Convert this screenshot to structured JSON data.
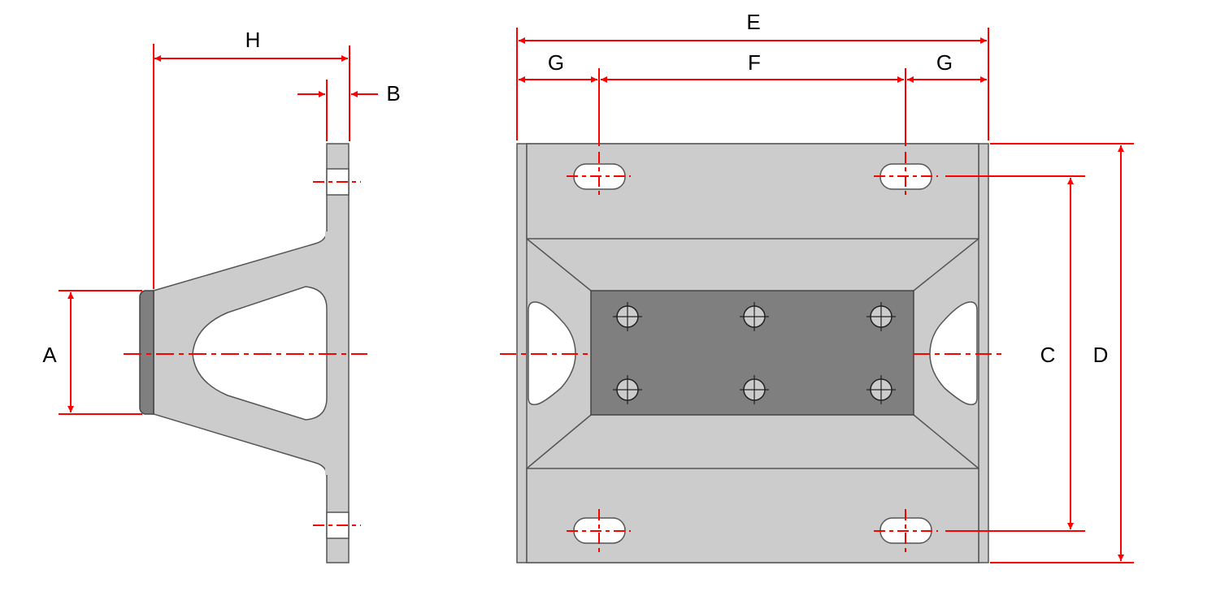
{
  "title": "Marine dock fender dimensional drawing",
  "colors": {
    "dimension": "#ff0000",
    "body": "#cccccc",
    "face_pad": "#7f7f7f",
    "outline": "#555555",
    "hole": "#ffffff"
  },
  "side_view": {
    "labels": {
      "H": "H",
      "B": "B",
      "A": "A"
    }
  },
  "front_view": {
    "labels": {
      "E": "E",
      "F": "F",
      "G_left": "G",
      "G_right": "G",
      "C": "C",
      "D": "D"
    },
    "bolt_holes_on_face": 6,
    "mounting_slots": 4
  }
}
